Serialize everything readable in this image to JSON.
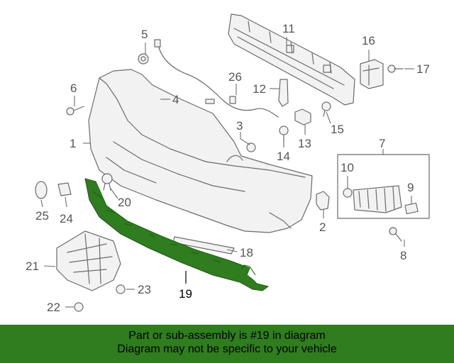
{
  "callouts": [
    {
      "id": "1",
      "label": "1"
    },
    {
      "id": "2",
      "label": "2"
    },
    {
      "id": "3",
      "label": "3"
    },
    {
      "id": "4",
      "label": "4"
    },
    {
      "id": "5",
      "label": "5"
    },
    {
      "id": "6",
      "label": "6"
    },
    {
      "id": "7",
      "label": "7"
    },
    {
      "id": "8",
      "label": "8"
    },
    {
      "id": "9",
      "label": "9"
    },
    {
      "id": "10",
      "label": "10"
    },
    {
      "id": "11",
      "label": "11"
    },
    {
      "id": "12",
      "label": "12"
    },
    {
      "id": "13",
      "label": "13"
    },
    {
      "id": "14",
      "label": "14"
    },
    {
      "id": "15",
      "label": "15"
    },
    {
      "id": "16",
      "label": "16"
    },
    {
      "id": "17",
      "label": "17"
    },
    {
      "id": "18",
      "label": "18"
    },
    {
      "id": "19",
      "label": "19",
      "highlighted": true
    },
    {
      "id": "20",
      "label": "20"
    },
    {
      "id": "21",
      "label": "21"
    },
    {
      "id": "22",
      "label": "22"
    },
    {
      "id": "23",
      "label": "23"
    },
    {
      "id": "24",
      "label": "24"
    },
    {
      "id": "25",
      "label": "25"
    },
    {
      "id": "26",
      "label": "26"
    }
  ],
  "banner": {
    "line1": "Part or sub-assembly is #19 in diagram",
    "line2": "Diagram may not be specific to your vehicle"
  },
  "colors": {
    "highlight_part": "#2f7d1e",
    "banner_background": "#2f7d1e",
    "line_art": "#6b6b6b"
  }
}
